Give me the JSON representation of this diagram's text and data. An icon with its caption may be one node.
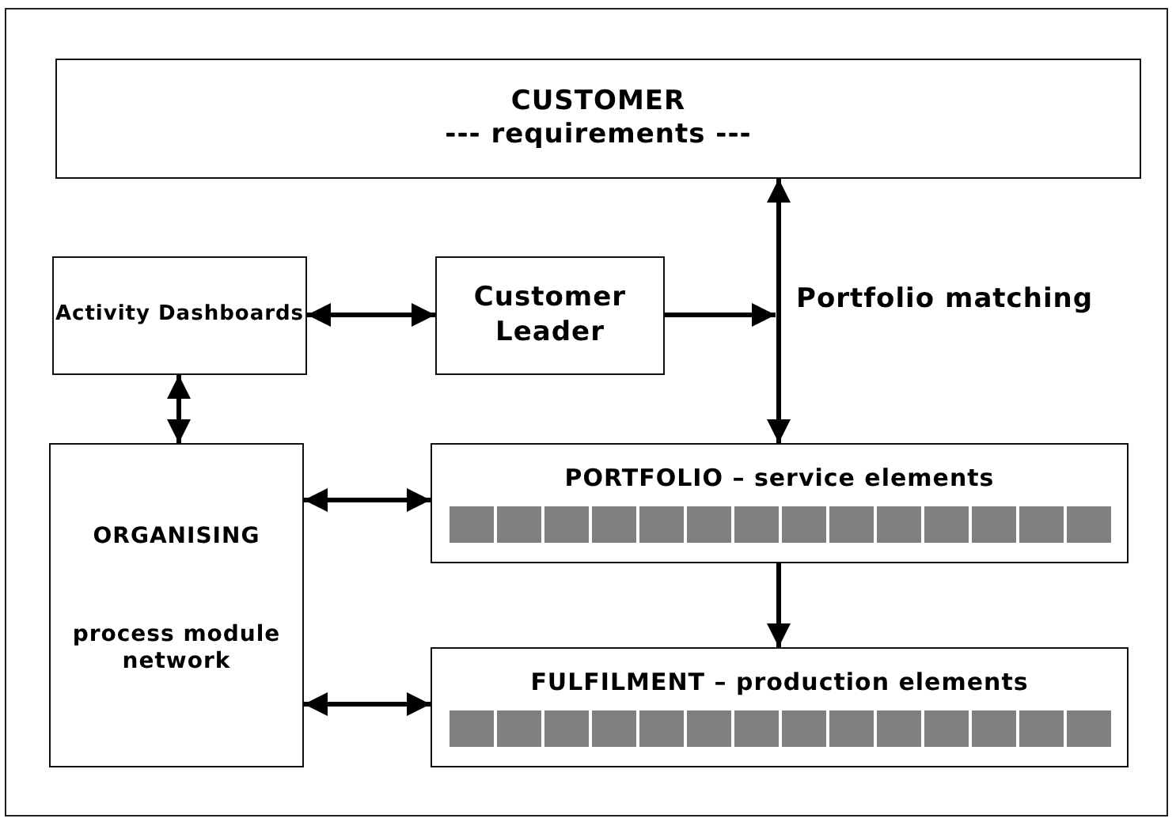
{
  "diagram": {
    "nodes": [
      {
        "text": [
          "CUSTOMER",
          "--- requirements ---"
        ]
      },
      {
        "text": [
          "Activity Dashboards"
        ]
      },
      {
        "text": [
          "Customer Leader"
        ]
      },
      {
        "text": [
          "ORGANISING",
          "process module network"
        ]
      },
      {
        "text": [
          "PORTFOLIO – service elements"
        ]
      },
      {
        "text": [
          "FULFILMENT – production elements"
        ]
      }
    ],
    "edges": [
      {
        "from": 1,
        "to": 2,
        "arrow": "both"
      },
      {
        "from": 2,
        "to": null,
        "arrow": "to"
      },
      {
        "from": 0,
        "to": 4,
        "arrow": "both",
        "label": "Portfolio matching"
      },
      {
        "from": 1,
        "to": 3,
        "arrow": "both"
      },
      {
        "from": 3,
        "to": 4,
        "arrow": "both"
      },
      {
        "from": 3,
        "to": 5,
        "arrow": "both"
      },
      {
        "from": 4,
        "to": 5,
        "arrow": "to"
      }
    ]
  }
}
